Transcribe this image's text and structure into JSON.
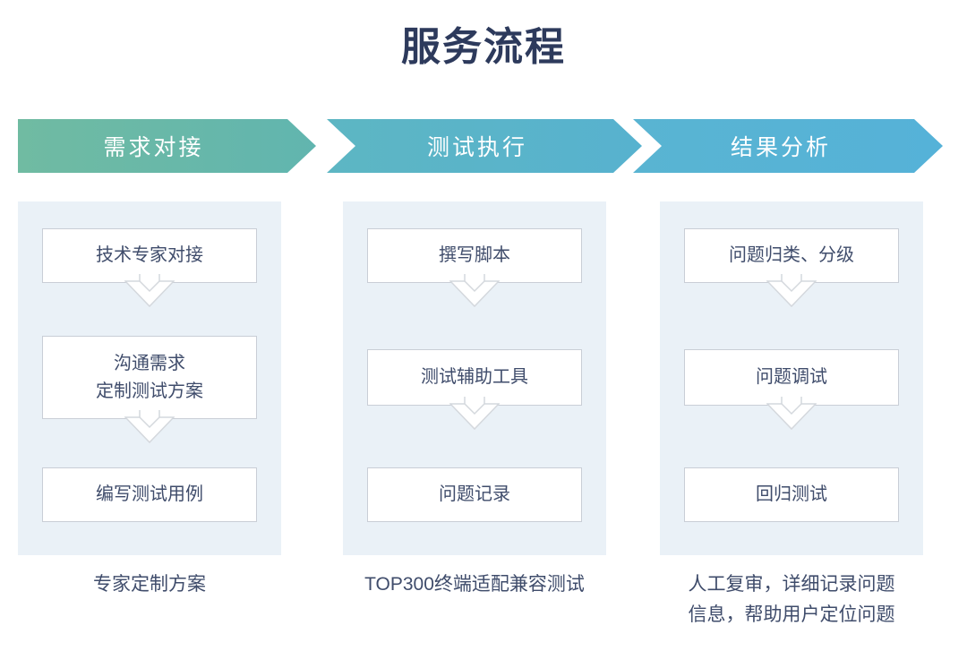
{
  "title": "服务流程",
  "colors": {
    "title_text": "#2d3a5c",
    "banner1_start": "#70bba2",
    "banner1_end": "#61b5af",
    "banner2_start": "#5db6c3",
    "banner2_end": "#57b2cf",
    "banner3_start": "#59b4d2",
    "banner3_end": "#55b2d8",
    "panel_bg": "#eaf1f7",
    "box_border": "#c9ced6",
    "box_text": "#3f4c6b",
    "banner_text": "#ffffff",
    "connector_outline": "#d4d8dd"
  },
  "columns": [
    {
      "header": "需求对接",
      "steps": [
        "技术专家对接",
        "沟通需求\n定制测试方案",
        "编写测试用例"
      ],
      "caption": "专家定制方案"
    },
    {
      "header": "测试执行",
      "steps": [
        "撰写脚本",
        "测试辅助工具",
        "问题记录"
      ],
      "caption": "TOP300终端适配兼容测试"
    },
    {
      "header": "结果分析",
      "steps": [
        "问题归类、分级",
        "问题调试",
        "回归测试"
      ],
      "caption": "人工复审，详细记录问题\n信息，帮助用户定位问题"
    }
  ]
}
